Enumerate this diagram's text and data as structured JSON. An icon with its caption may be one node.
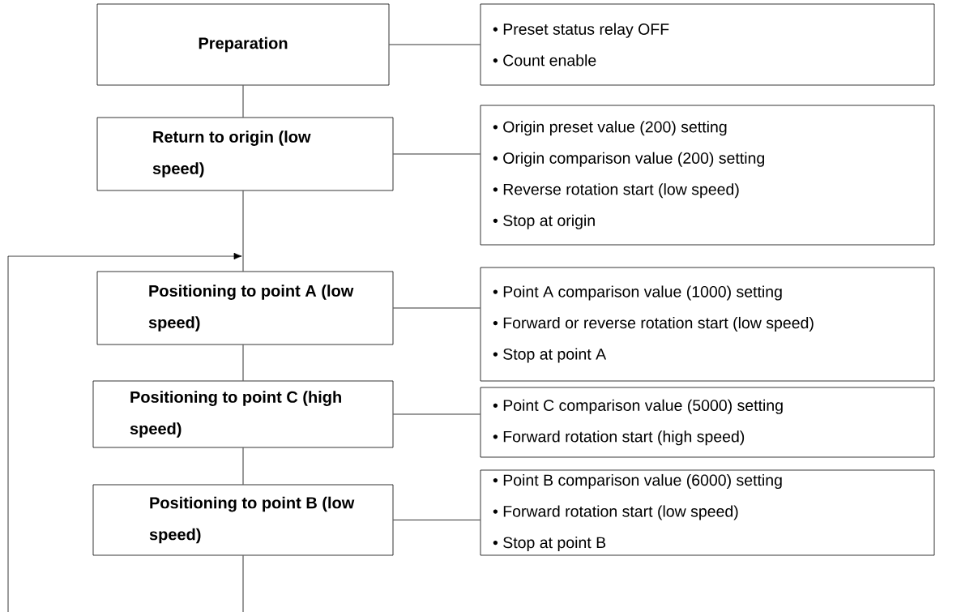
{
  "diagram": {
    "nodes": [
      {
        "text": [
          "Preparation"
        ]
      },
      {
        "text": [
          "• Preset status relay OFF",
          "• Count enable"
        ]
      },
      {
        "text": [
          "Return to origin (low speed)"
        ]
      },
      {
        "text": [
          "• Origin preset value (200) setting",
          "• Origin comparison value (200) setting",
          "• Reverse rotation start (low speed)",
          "• Stop at origin"
        ]
      },
      {
        "text": [
          "Positioning to point A (low speed)"
        ]
      },
      {
        "text": [
          "• Point A comparison value (1000) setting",
          "• Forward or reverse rotation start (low speed)",
          "• Stop at point A"
        ]
      },
      {
        "text": [
          "Positioning to point C (high speed)"
        ]
      },
      {
        "text": [
          "• Point C comparison value (5000) setting",
          "• Forward rotation start (high speed)"
        ]
      },
      {
        "text": [
          "Positioning to point B (low speed)"
        ]
      },
      {
        "text": [
          "• Point B comparison value (6000) setting",
          "• Forward rotation start (low speed)",
          "• Stop at point B"
        ]
      }
    ],
    "edges": [
      {
        "from": 0,
        "to": 1,
        "arrow": "none"
      },
      {
        "from": 0,
        "to": 2,
        "arrow": "none"
      },
      {
        "from": 2,
        "to": 3,
        "arrow": "none"
      },
      {
        "from": 2,
        "to": 4,
        "arrow": "none"
      },
      {
        "from": 4,
        "to": 5,
        "arrow": "none"
      },
      {
        "from": 4,
        "to": 6,
        "arrow": "none"
      },
      {
        "from": 6,
        "to": 7,
        "arrow": "none"
      },
      {
        "from": 6,
        "to": 8,
        "arrow": "none"
      },
      {
        "from": 8,
        "to": 9,
        "arrow": "none"
      },
      {
        "from": 8,
        "to": 4,
        "arrow": "to"
      }
    ]
  }
}
